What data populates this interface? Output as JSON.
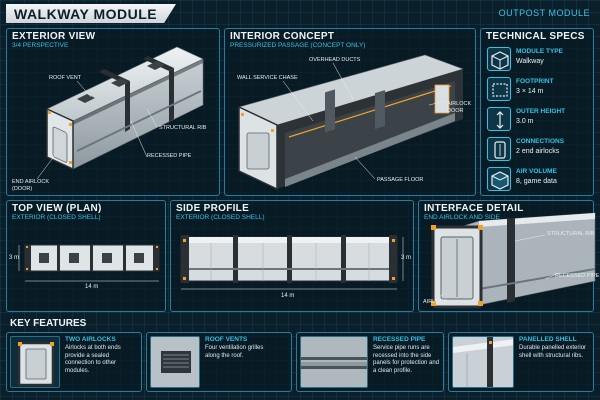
{
  "header": {
    "title": "WALKWAY MODULE",
    "badge": "OUTPOST MODULE"
  },
  "exterior": {
    "title": "EXTERIOR VIEW",
    "subtitle": "3/4 PERSPECTIVE",
    "callouts": {
      "roof_vent": "ROOF VENT",
      "structural_rib": "STRUCTURAL RIB",
      "recessed_pipe": "RECESSED PIPE",
      "end_airlock_1": "END AIRLOCK",
      "end_airlock_2": "(DOOR)"
    }
  },
  "interior": {
    "title": "INTERIOR CONCEPT",
    "subtitle": "PRESSURIZED PASSAGE (CONCEPT ONLY)",
    "callouts": {
      "overhead_ducts": "OVERHEAD DUCTS",
      "wall_service_chase": "WALL SERVICE CHASE",
      "airlock_door_1": "AIRLOCK",
      "airlock_door_2": "DOOR",
      "passage_floor": "PASSAGE FLOOR"
    }
  },
  "specs": {
    "title": "TECHNICAL SPECS",
    "items": [
      {
        "label": "MODULE TYPE",
        "value": "Walkway",
        "icon": "cube-icon"
      },
      {
        "label": "FOOTPRINT",
        "value": "3 × 14 m",
        "icon": "footprint-icon"
      },
      {
        "label": "OUTER HEIGHT",
        "value": "3.0 m",
        "icon": "height-arrow-icon"
      },
      {
        "label": "CONNECTIONS",
        "value": "2 end airlocks",
        "icon": "door-icon"
      },
      {
        "label": "AIR VOLUME",
        "value": "8, game data",
        "icon": "air-cube-icon"
      }
    ]
  },
  "top_view": {
    "title": "TOP VIEW (PLAN)",
    "subtitle": "EXTERIOR (CLOSED SHELL)",
    "width_label": "3 m",
    "length_label": "14 m"
  },
  "side_profile": {
    "title": "SIDE PROFILE",
    "subtitle": "EXTERIOR (CLOSED SHELL)",
    "height_label": "3 m",
    "length_label": "14 m"
  },
  "interface": {
    "title": "INTERFACE DETAIL",
    "subtitle": "END AIRLOCK AND SIDE",
    "callouts": {
      "structural_rib": "STRUCTURAL RIB",
      "recessed_pipe": "RECESSED PIPE",
      "airlock": "AIRLOCK"
    }
  },
  "features": {
    "title": "KEY FEATURES",
    "items": [
      {
        "title": "TWO AIRLOCKS",
        "desc": "Airlocks at both ends provide a sealed connection to other modules."
      },
      {
        "title": "ROOF VENTS",
        "desc": "Four ventilation grilles along the roof."
      },
      {
        "title": "RECESSED PIPE",
        "desc": "Service pipe runs are recessed into the side panels for protection and a clean profile."
      },
      {
        "title": "PANELLED SHELL",
        "desc": "Durable panelled exterior shell with structural ribs."
      }
    ]
  },
  "colors": {
    "accent": "#34c3e6",
    "amber": "#f2a02c",
    "shell": "#d6dce0",
    "rib": "#2a2f33"
  }
}
